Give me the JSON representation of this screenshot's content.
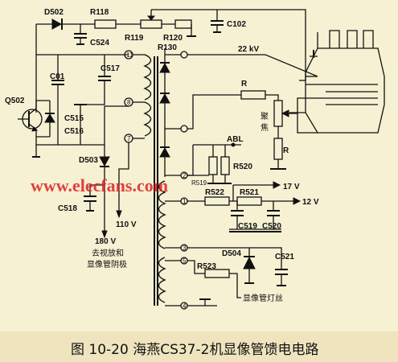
{
  "labels": {
    "D502": "D502",
    "R118": "R118",
    "C524": "C524",
    "R119": "R119",
    "R120": "R120",
    "C102": "C102",
    "R130": "R130",
    "kv22": "22 kV",
    "C01": "C01",
    "C517": "C517",
    "Q502": "Q502",
    "C515": "C515",
    "C516": "C516",
    "R_top": "R",
    "R_bot": "R",
    "focus1": "聚",
    "focus2": "焦",
    "ABL": "ABL",
    "R520": "R520",
    "R519": "R519",
    "D503": "D503",
    "R522": "R522",
    "R521": "R521",
    "v17": "17 V",
    "v12": "12 V",
    "C518": "C518",
    "v110": "110 V",
    "C519": "C519",
    "C520": "C520",
    "v180": "180 V",
    "cn_line1": "去视放和",
    "cn_line2": "显像管阴极",
    "D504": "D504",
    "C521": "C521",
    "R523": "R523",
    "filament": "显像管灯丝"
  },
  "pins": {
    "p11": "11",
    "p8": "8",
    "p7": "7",
    "p2": "2",
    "p1": "1",
    "p3": "3",
    "p5": "5",
    "p4": "4"
  },
  "watermark": "www.elecfans.com",
  "caption": "图 10-20 海燕CS37-2机显像管馈电电路"
}
